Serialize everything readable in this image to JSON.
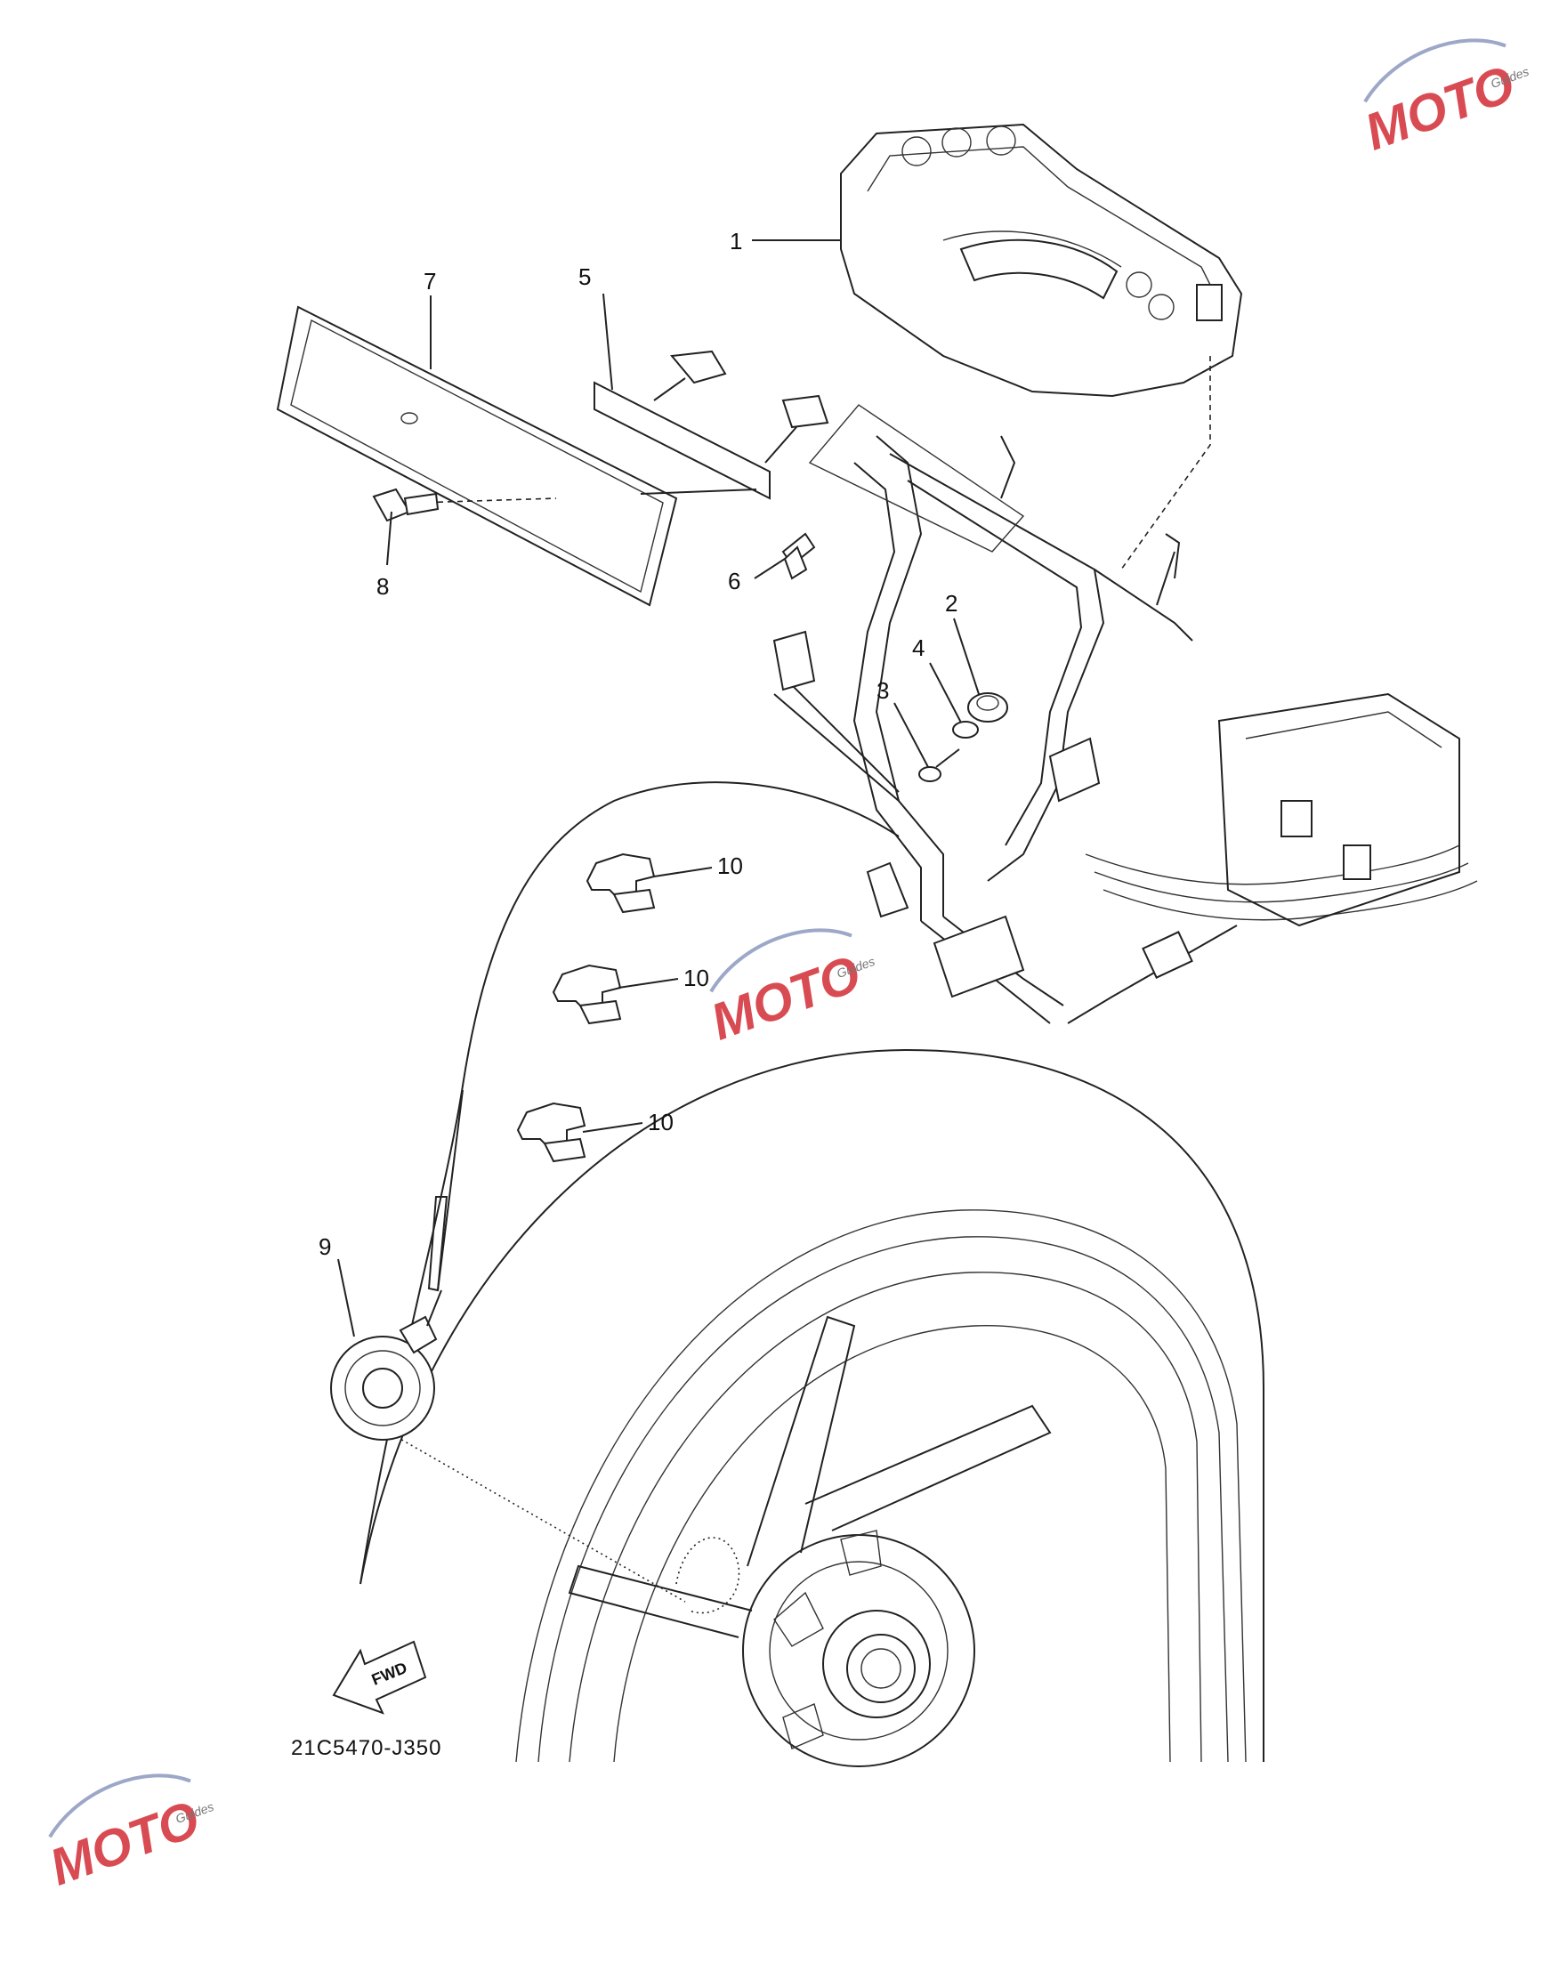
{
  "diagram": {
    "callouts": [
      {
        "id": "c1",
        "label": "1"
      },
      {
        "id": "c2",
        "label": "2"
      },
      {
        "id": "c3",
        "label": "3"
      },
      {
        "id": "c4",
        "label": "4"
      },
      {
        "id": "c5",
        "label": "5"
      },
      {
        "id": "c6",
        "label": "6"
      },
      {
        "id": "c7",
        "label": "7"
      },
      {
        "id": "c8",
        "label": "8"
      },
      {
        "id": "c9",
        "label": "9"
      },
      {
        "id": "c10a",
        "label": "10"
      },
      {
        "id": "c10b",
        "label": "10"
      },
      {
        "id": "c10c",
        "label": "10"
      }
    ],
    "fwd_label": "FWD",
    "figure_code": "21C5470-J350"
  },
  "watermark": {
    "text": "MOTO",
    "sub": "Guides",
    "color": "#d84b52"
  }
}
